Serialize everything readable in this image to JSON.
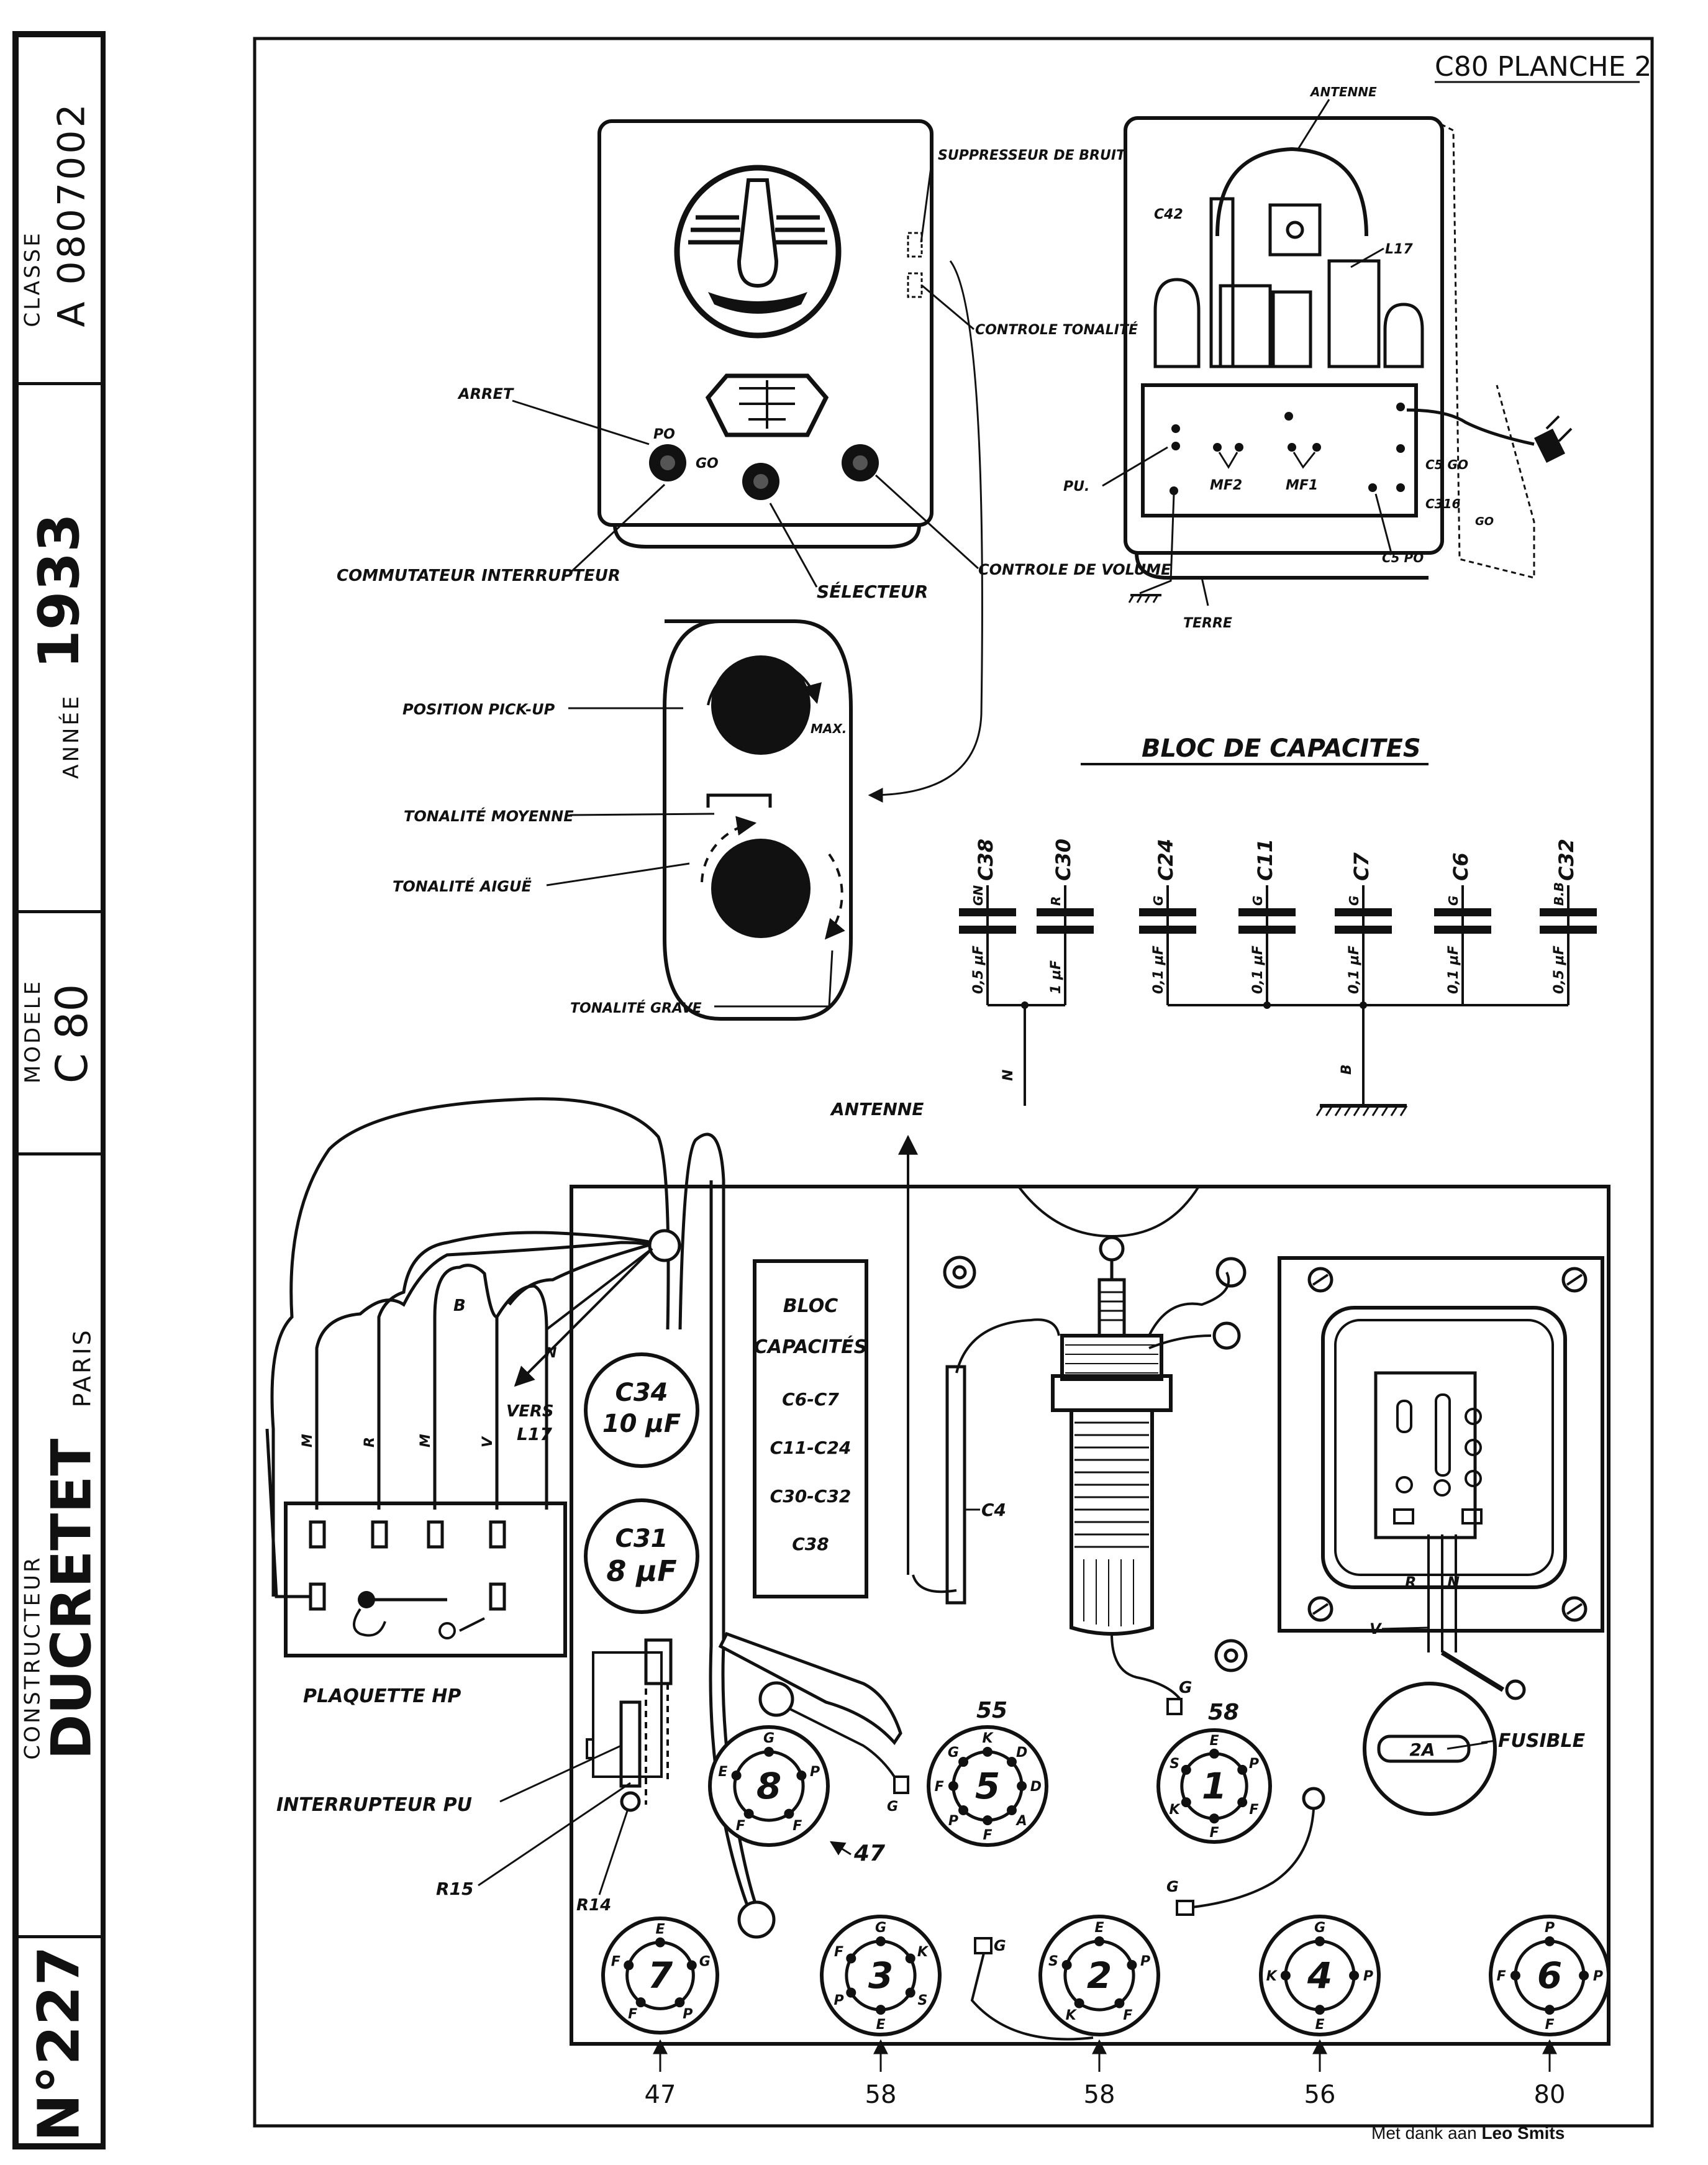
{
  "sidebar": {
    "number": "N°227",
    "constructeur_label": "CONSTRUCTEUR",
    "constructeur": "DUCRETET",
    "city": "PARIS",
    "modele_label": "MODELE",
    "modele": "C 80",
    "annee_label": "ANNÉE",
    "annee": "1933",
    "classe_label": "CLASSE",
    "classe": "A 0807002"
  },
  "header": {
    "plate": "C80 PLANCHE 2"
  },
  "front_view": {
    "suppresseur": "SUPPRESSEUR DE BRUIT",
    "controle_tonalite": "CONTROLE TONALITÉ",
    "arret": "ARRET",
    "po": "PO",
    "go": "GO",
    "commutateur": "COMMUTATEUR INTERRUPTEUR",
    "selecteur": "SÉLECTEUR",
    "controle_volume": "CONTROLE DE VOLUME"
  },
  "rear_view": {
    "antenne": "ANTENNE",
    "c42": "C42",
    "l17": "L17",
    "pu": "PU.",
    "mf2": "MF2",
    "mf1": "MF1",
    "c5go": "C5 GO",
    "c316": "C316",
    "go": "GO",
    "c5po": "C5 PO",
    "terre": "TERRE"
  },
  "knob_view": {
    "position_pickup": "POSITION PICK-UP",
    "max": "MAX.",
    "tonalite_moyenne": "TONALITÉ MOYENNE",
    "tonalite_aigue": "TONALITÉ AIGUË",
    "tonalite_grave": "TONALITÉ GRAVE"
  },
  "capacitor_block": {
    "title": "BLOC DE CAPACITES",
    "capacitors": [
      {
        "name": "C38",
        "color": "GN",
        "value": "0,5 μF"
      },
      {
        "name": "C30",
        "color": "R",
        "value": "1 μF"
      },
      {
        "name": "C24",
        "color": "G",
        "value": "0,1 μF"
      },
      {
        "name": "C11",
        "color": "G",
        "value": "0,1 μF"
      },
      {
        "name": "C7",
        "color": "G",
        "value": "0,1 μF"
      },
      {
        "name": "C6",
        "color": "G",
        "value": "0,1 μF"
      },
      {
        "name": "C32",
        "color": "B.B",
        "value": "0,5 μF"
      }
    ],
    "wire_n": "N",
    "wire_b": "B"
  },
  "chassis": {
    "antenne": "ANTENNE",
    "wire_b": "B",
    "wire_n": "N",
    "vers": "VERS",
    "vers_l17": "L17",
    "plaquette_wires": [
      "M",
      "R",
      "M",
      "V"
    ],
    "plaquette_label": "PLAQUETTE HP",
    "c34_name": "C34",
    "c34_value": "10 μF",
    "c31_name": "C31",
    "c31_value": "8 μF",
    "bloc_lines": [
      "BLOC",
      "CAPACITÉS",
      "C6-C7",
      "C11-C24",
      "C30-C32",
      "C38"
    ],
    "c4": "C4",
    "g_label": "G",
    "r_label": "R",
    "n_label": "N",
    "v_label": "V",
    "fusible": "FUSIBLE",
    "fuse_rating": "2A",
    "interrupteur_pu": "INTERRUPTEUR PU",
    "r15": "R15",
    "r14": "R14",
    "tube_55": "55",
    "tube_58": "58",
    "tube_47": "47",
    "bottom_labels": [
      "47",
      "58",
      "58",
      "56",
      "80"
    ]
  },
  "tubes": [
    {
      "id": "8",
      "pins": [
        "G",
        "P",
        "F",
        "F",
        "E"
      ]
    },
    {
      "id": "5",
      "pins": [
        "K",
        "D",
        "D",
        "A",
        "F",
        "P",
        "F",
        "G"
      ]
    },
    {
      "id": "1",
      "pins": [
        "E",
        "P",
        "F",
        "F",
        "K",
        "S"
      ]
    },
    {
      "id": "7",
      "pins": [
        "E",
        "G",
        "P",
        "F",
        "F"
      ]
    },
    {
      "id": "3",
      "pins": [
        "G",
        "K",
        "S",
        "E",
        "P",
        "F"
      ]
    },
    {
      "id": "2",
      "pins": [
        "E",
        "P",
        "F",
        "K",
        "S"
      ]
    },
    {
      "id": "4",
      "pins": [
        "G",
        "P",
        "E",
        "K"
      ]
    },
    {
      "id": "6",
      "pins": [
        "P",
        "P",
        "F",
        "F"
      ]
    }
  ],
  "credit": {
    "prefix": "Met dank aan ",
    "name": "Leo Smits"
  }
}
